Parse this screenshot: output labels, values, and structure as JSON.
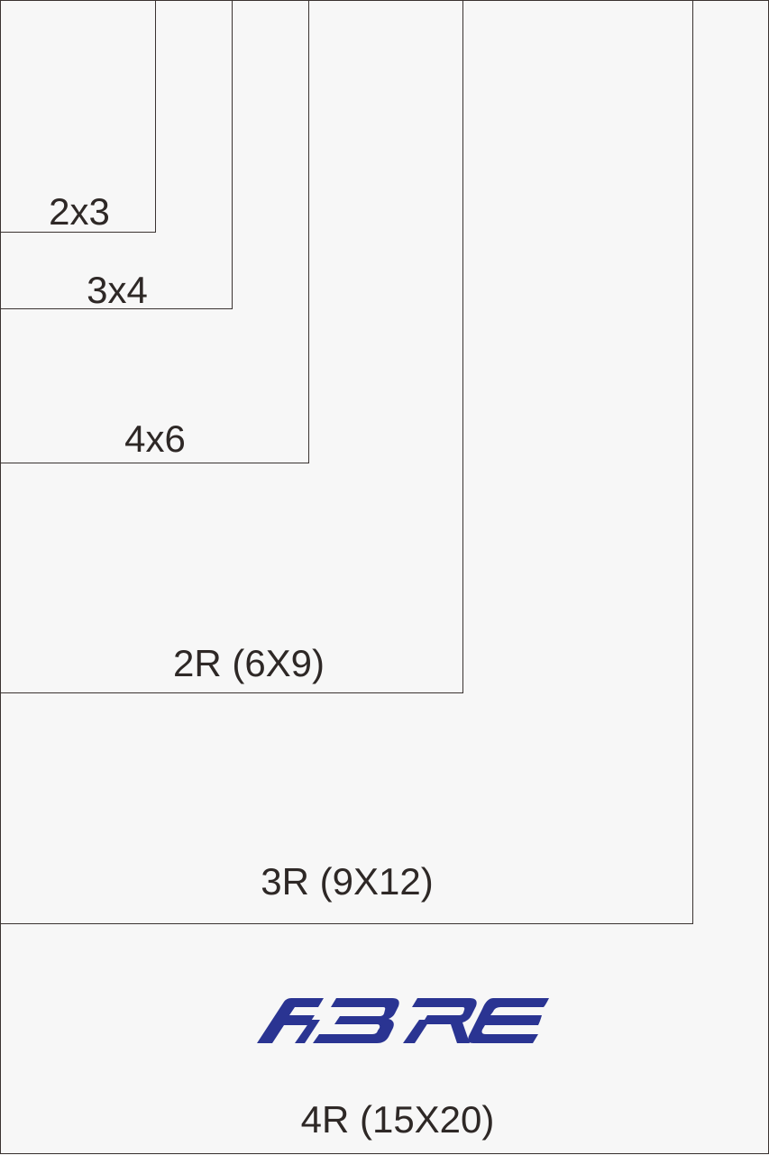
{
  "sizes": [
    {
      "id": "2x3",
      "label": "2x3"
    },
    {
      "id": "3x4",
      "label": "3x4"
    },
    {
      "id": "4x6",
      "label": "4x6"
    },
    {
      "id": "2r",
      "label": "2R (6X9)"
    },
    {
      "id": "3r",
      "label": "3R (9X12)"
    },
    {
      "id": "4r",
      "label": "4R (15X20)"
    }
  ],
  "logo": {
    "text": "ABRE",
    "color": "#2a3492"
  },
  "colors": {
    "background": "#f7f7f7",
    "line": "#3a3331",
    "text": "#2e2826"
  }
}
